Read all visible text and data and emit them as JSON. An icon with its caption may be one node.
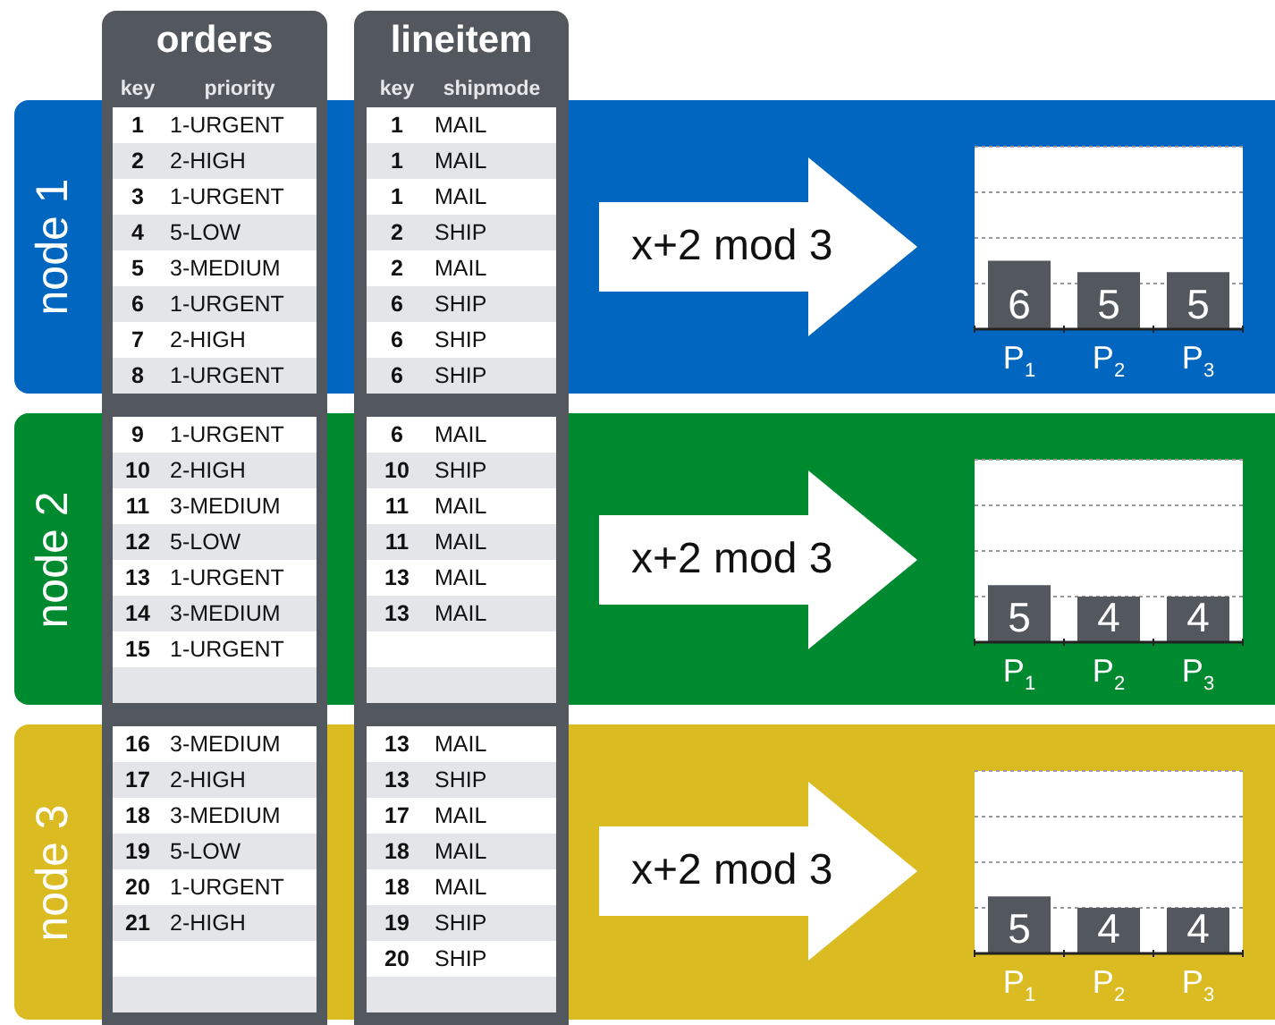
{
  "diagram": {
    "nodes": [
      {
        "text": [
          "node 1"
        ]
      },
      {
        "text": [
          "node 2"
        ]
      },
      {
        "text": [
          "node 3"
        ]
      },
      {
        "text": [
          "orders",
          "key",
          "priority"
        ]
      },
      {
        "text": [
          "1",
          "1-URGENT",
          "2",
          "2-HIGH",
          "3",
          "1-URGENT",
          "4",
          "5-LOW",
          "5",
          "3-MEDIUM",
          "6",
          "1-URGENT",
          "7",
          "2-HIGH",
          "8",
          "1-URGENT"
        ]
      },
      {
        "text": [
          "9",
          "1-URGENT",
          "10",
          "2-HIGH",
          "11",
          "3-MEDIUM",
          "12",
          "5-LOW",
          "13",
          "1-URGENT",
          "14",
          "3-MEDIUM",
          "15",
          "1-URGENT"
        ]
      },
      {
        "text": [
          "16",
          "3-MEDIUM",
          "17",
          "2-HIGH",
          "18",
          "3-MEDIUM",
          "19",
          "5-LOW",
          "20",
          "1-URGENT",
          "21",
          "2-HIGH"
        ]
      },
      {
        "text": [
          "lineitem",
          "key",
          "shipmode"
        ]
      },
      {
        "text": [
          "1",
          "MAIL",
          "1",
          "MAIL",
          "1",
          "MAIL",
          "2",
          "SHIP",
          "2",
          "MAIL",
          "6",
          "SHIP",
          "6",
          "SHIP",
          "6",
          "SHIP"
        ]
      },
      {
        "text": [
          "6",
          "MAIL",
          "10",
          "SHIP",
          "11",
          "MAIL",
          "11",
          "MAIL",
          "13",
          "MAIL",
          "13",
          "MAIL"
        ]
      },
      {
        "text": [
          "13",
          "MAIL",
          "13",
          "SHIP",
          "17",
          "MAIL",
          "18",
          "MAIL",
          "18",
          "MAIL",
          "19",
          "SHIP",
          "20",
          "SHIP"
        ]
      },
      {
        "text": [
          "x+2 mod 3"
        ],
        "in": 0
      },
      {
        "text": [
          "x+2 mod 3"
        ],
        "in": 1
      },
      {
        "text": [
          "x+2 mod 3"
        ],
        "in": 2
      }
    ],
    "chart_data": [
      {
        "type": "bar",
        "categories": [
          "P$_{1}$",
          "P$_{2}$",
          "P$_{3}$"
        ],
        "values": [
          6,
          5,
          5
        ],
        "ylim": [
          0,
          16
        ],
        "data_labels": true
      },
      {
        "type": "bar",
        "categories": [
          "P$_{1}$",
          "P$_{2}$",
          "P$_{3}$"
        ],
        "values": [
          5,
          4,
          4
        ],
        "ylim": [
          0,
          16
        ],
        "data_labels": true
      },
      {
        "type": "bar",
        "categories": [
          "P$_{1}$",
          "P$_{2}$",
          "P$_{3}$"
        ],
        "values": [
          5,
          4,
          4
        ],
        "ylim": [
          0,
          16
        ],
        "data_labels": true
      }
    ]
  }
}
